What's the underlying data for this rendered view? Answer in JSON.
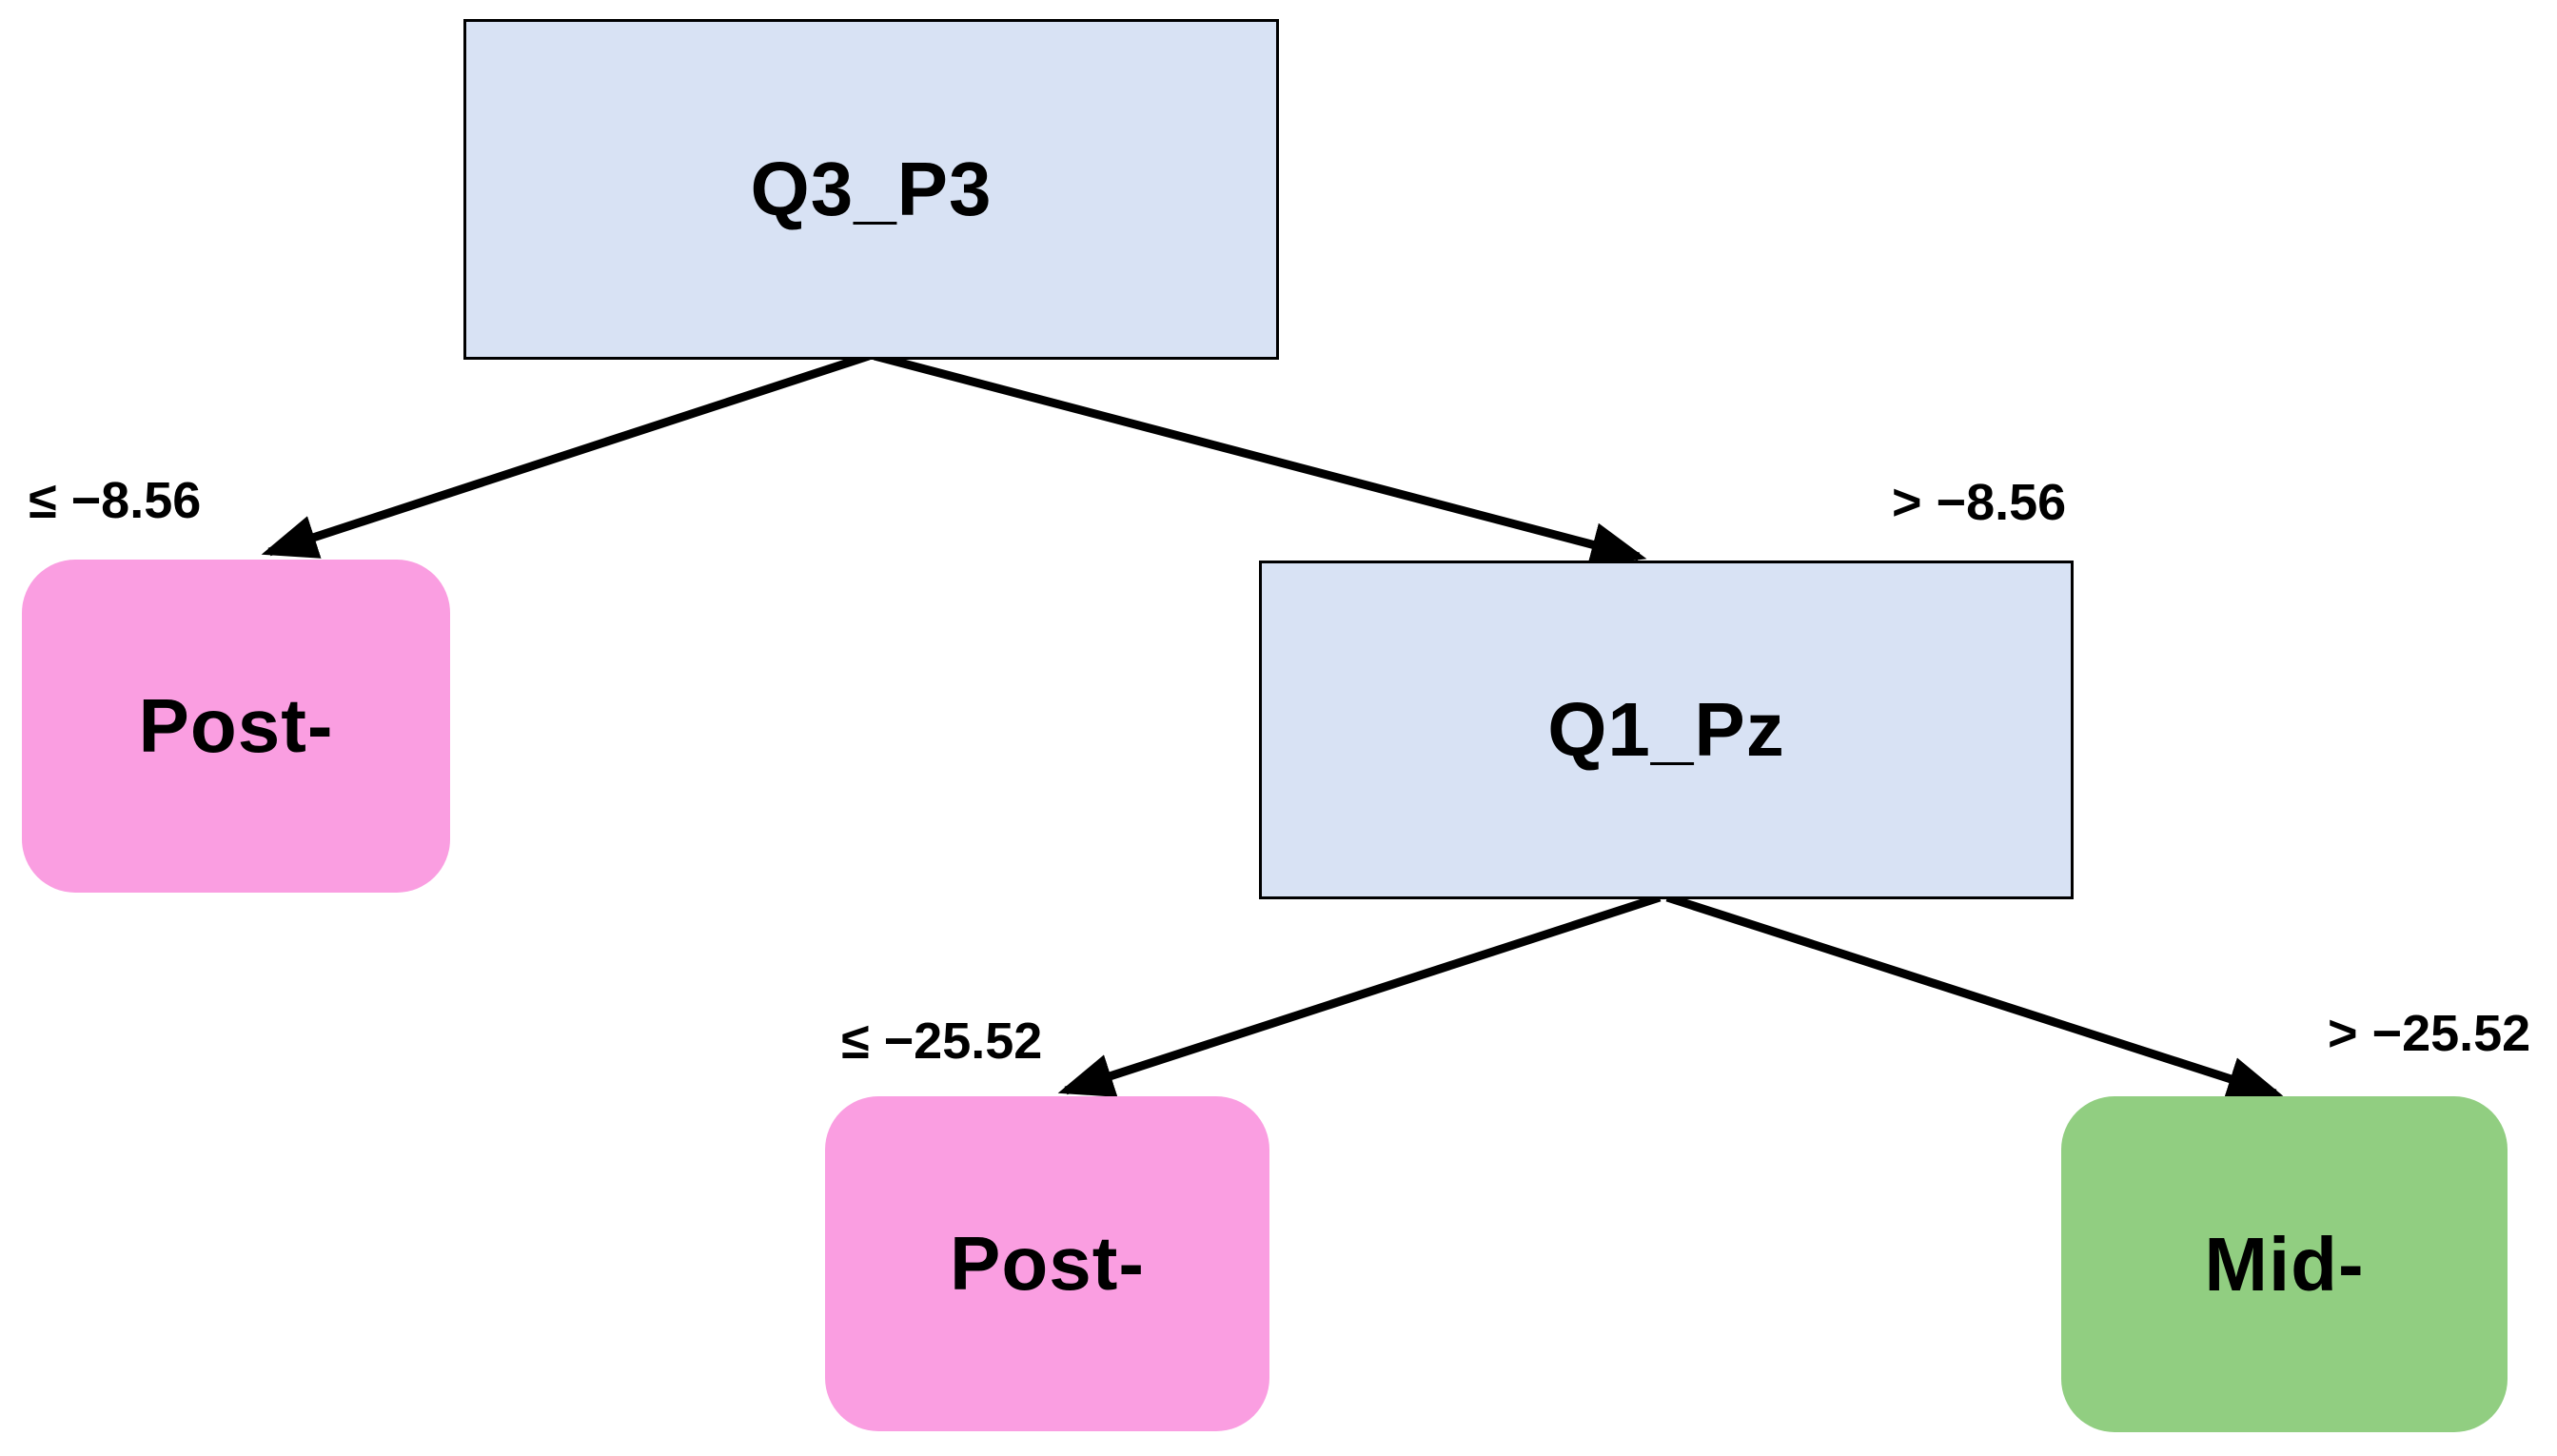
{
  "diagram": {
    "type": "decision-tree",
    "nodes": [
      {
        "id": "root",
        "label": "Q3_P3",
        "kind": "decision"
      },
      {
        "id": "q1pz",
        "label": "Q1_Pz",
        "kind": "decision"
      },
      {
        "id": "leaf-post-1",
        "label": "Post-",
        "kind": "leaf"
      },
      {
        "id": "leaf-post-2",
        "label": "Post-",
        "kind": "leaf"
      },
      {
        "id": "leaf-mid",
        "label": "Mid-",
        "kind": "leaf"
      }
    ],
    "edges": [
      {
        "from": "root",
        "to": "leaf-post-1",
        "label": "≤ −8.56"
      },
      {
        "from": "root",
        "to": "q1pz",
        "label": "> −8.56"
      },
      {
        "from": "q1pz",
        "to": "leaf-post-2",
        "label": "≤ −25.52"
      },
      {
        "from": "q1pz",
        "to": "leaf-mid",
        "label": "> −25.52"
      }
    ],
    "colors": {
      "decision_fill": "#d8e2f4",
      "post_leaf_fill": "#fa9ee1",
      "mid_leaf_fill": "#91ce81",
      "edge": "#000000",
      "text": "#000000",
      "background": "#ffffff"
    }
  }
}
